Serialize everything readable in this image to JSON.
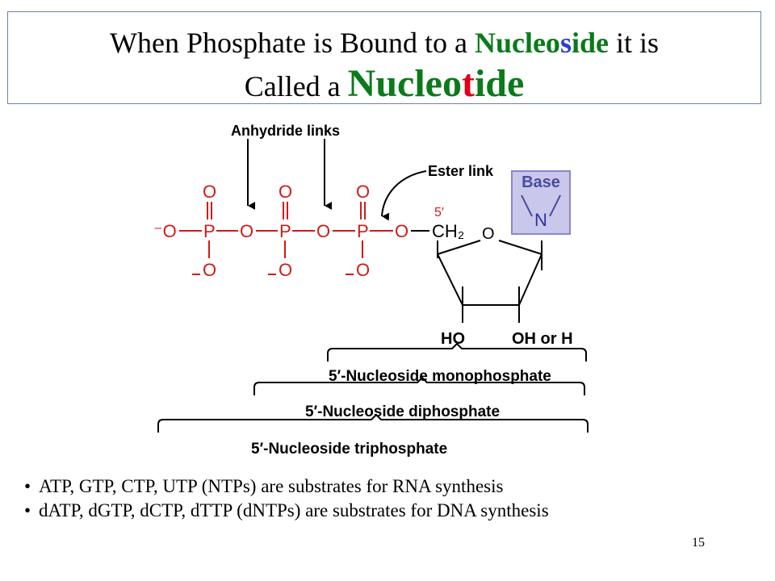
{
  "title": {
    "line1_pre": "When Phosphate is Bound to a ",
    "nucleoside_a": "Nucleo",
    "nucleoside_b": "s",
    "nucleoside_c": "ide",
    "line1_post": " it is",
    "line2_pre": "Called a ",
    "nucleotide_a": "Nucleo",
    "nucleotide_b": "t",
    "nucleotide_c": "ide"
  },
  "diagram": {
    "anhydride_label": "Anhydride links",
    "ester_label": "Ester link",
    "base_label": "Base",
    "n_label": "N",
    "prime5": "5′",
    "ring_o": "O",
    "ho": "HO",
    "oh_or_h": "OH or H",
    "mono": "5′-Nucleoside monophosphate",
    "di": "5′-Nucleoside diphosphate",
    "tri": "5′-Nucleoside triphosphate",
    "o": "O",
    "p": "P",
    "neg_o": "⁻O",
    "ch2": "CH₂"
  },
  "bullets": [
    "ATP, GTP, CTP, UTP (NTPs) are substrates for RNA synthesis",
    "dATP, dGTP, dCTP, dTTP (dNTPs) are substrates for DNA synthesis"
  ],
  "bullet_marker": "•",
  "page_number": "15",
  "colors": {
    "title_border": "#6f7fb0",
    "keyword_green": "#0b7a1a",
    "keyword_blue": "#2a3fd0",
    "keyword_red": "#e0001a",
    "chem_red": "#d11a1a",
    "base_fill": "#c9c7ea",
    "base_border": "#8a86d0"
  }
}
